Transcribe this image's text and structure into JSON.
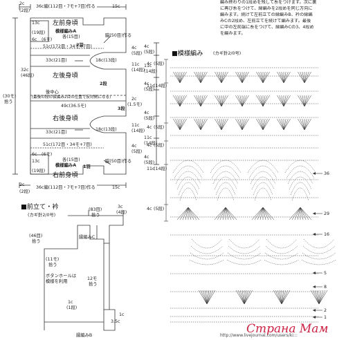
{
  "note": {
    "lines": [
      "編み終わりの1段めを残して糸をつけます。次に裏",
      "に再び糸をつけて、縁編みを2段めを同じ方向に",
      "編みます。続けて左前立ての縁編みB、衿の縁編",
      "みCの2段め、左前立てを続けて編みます。最後",
      "に中の左前端に糸をつけて、縁編みCの3、4段め",
      "を編みます。"
    ]
  },
  "schematic": {
    "top_dims": {
      "left": "2c",
      "left_sub": "(2段)",
      "top_count": "36c編(112目・7モ+7目)作る",
      "right": "15c"
    },
    "left_front": {
      "title": "左前身頃",
      "stitch": "模様編みA",
      "yarn": "各(15目)",
      "c13": "13c",
      "c13_rows": "(19段)",
      "c6": "6c",
      "c6_rows": "(6モ)",
      "c51": "51c(172目・34モ+7目)",
      "c33": "33c(21目)",
      "c4": "4c",
      "c4_rows": "(5段)",
      "pick": "脇(50目)作る",
      "arrow": "2羽"
    },
    "left_back": {
      "title": "左後身頃",
      "c32": "32c",
      "c32_rows": "(46段)",
      "c18": "18c(13段)",
      "c11": "11c",
      "c11_rows": "(14段)"
    },
    "center": {
      "label_back": "後中心",
      "label_note": "(最後の段の長編み2目の位置で反対側になる)",
      "c49": "49c(36.5モ)",
      "c2": "2c",
      "c2_rows": "(1.5モ)",
      "c3": "3段",
      "label_2a": "2段"
    },
    "right_back": {
      "title": "右後身頃",
      "c18": "18c(13段)",
      "c11": "11c",
      "c11_rows": "(14段)"
    },
    "right_front": {
      "title": "右前身頃",
      "stitch": "模様編みA",
      "yarn": "各(15目)",
      "c13": "13c",
      "c13_rows": "(19段)",
      "c6": "6c",
      "c6_rows": "(6モ)",
      "c51": "51c(172目・34モ+7目)",
      "c33": "33c(21目)",
      "c4": "4c",
      "c4_rows": "(5段)",
      "pick": "脇(50目)作る",
      "arrow": "1羽"
    },
    "side": {
      "c30": "(30モ)",
      "c30b": "拾う",
      "c4a": "4c",
      "c4a_rows": "(5段)",
      "c11a": "11c",
      "c11a_rows": "(14段)",
      "c4b": "4c",
      "c4b_rows": "(5段)",
      "c4c": "4c",
      "c4c_rows": "(5段)",
      "c11b": "11c",
      "c11b_rows": "(14段)",
      "c4d": "4c",
      "c4d_rows": "(5段)"
    },
    "bottom_dims": {
      "left": "2c",
      "left_sub": "(2段)",
      "count": "36c編(112目・7モ+7目)作る",
      "right": "15c"
    }
  },
  "collar": {
    "title": "前立て・衿",
    "hook": "(カギ針2/0号)",
    "top_83": "(83目)",
    "top_83b": "拾う",
    "c3": "3c",
    "c3_rows": "(4段)",
    "c46": "(46目)",
    "c46b": "拾う",
    "edge_c": "縁編みC",
    "buttonhole": "ボタンホールは",
    "buttonhole2": "模様を利用",
    "c12": "12モ",
    "c12b": "拾う",
    "c1": "1c",
    "c1_rows": "(1段)",
    "c35": "3.5c",
    "edge_b": "縁編みB",
    "c11": "(11モ)",
    "c11b": "拾う",
    "c1b": "1c"
  },
  "chart": {
    "title": "模様編み",
    "hook": "(カギ針2/0号)",
    "left_labels": [
      {
        "c": "4c",
        "r": "(5段)"
      },
      {
        "c": "11c",
        "r": "(14段)"
      },
      {
        "c": "4c",
        "r": "(5段)"
      },
      {
        "c": "4c",
        "r": "(5段)"
      },
      {
        "c": "11c",
        "r": "(14段)"
      },
      {
        "c": "4c",
        "r": "(5段)"
      }
    ],
    "row_numbers": [
      "36",
      "29",
      "16",
      "8",
      "5",
      "2",
      "1"
    ]
  },
  "watermark": {
    "main": "Страна Мам",
    "url": "http://www.livejournal.com/users/ki:::"
  },
  "colors": {
    "line": "#333333",
    "accent": "#cc2244",
    "background": "#ffffff"
  }
}
